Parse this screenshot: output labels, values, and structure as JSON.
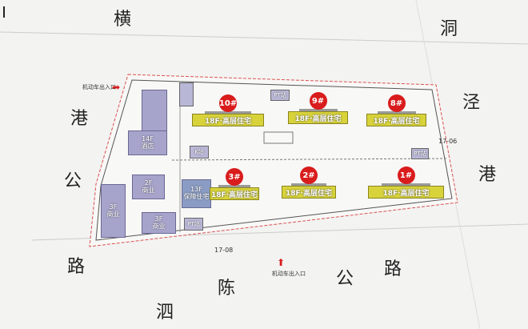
{
  "roads": {
    "heng": "横",
    "dong": "洞",
    "gang_left": "港",
    "gong_left": "公",
    "lu_left": "路",
    "si": "泗",
    "chen": "陈",
    "gong_bottom": "公",
    "lu_bottom": "路",
    "jing": "泾",
    "gang_right": "港"
  },
  "parcels": {
    "east": "17-06",
    "south": "17-08"
  },
  "entrances": {
    "west": "机动车出入口",
    "south": "机动车出入口"
  },
  "buildings": {
    "hotel": {
      "floors": "14F",
      "use": "酒店"
    },
    "commercial_a": {
      "floors": "2F",
      "use": "商业"
    },
    "commercial_b": {
      "floors": "3F",
      "use": "商业"
    },
    "commercial_c": {
      "floors": "3F",
      "use": "商业"
    },
    "affordable": {
      "floors": "13F",
      "use": "保障住宅"
    }
  },
  "stations": {
    "pt1": "PT站",
    "pt2": "PT站",
    "pt3": "PT站",
    "k": "K站"
  },
  "residential": [
    {
      "num": "10#",
      "label": "18F·高层住宅"
    },
    {
      "num": "9#",
      "label": "18F·高层住宅"
    },
    {
      "num": "8#",
      "label": "18F·高层住宅"
    },
    {
      "num": "3#",
      "label": "18F·高层住宅"
    },
    {
      "num": "2#",
      "label": "18F·高层住宅"
    },
    {
      "num": "1#",
      "label": "18F·高层住宅"
    }
  ],
  "colors": {
    "residential": "#d8d33a",
    "badge": "#d91c1c",
    "commercial": "#a7a4cc",
    "affordable": "#8a9cc4",
    "boundary": "#d9534f"
  }
}
